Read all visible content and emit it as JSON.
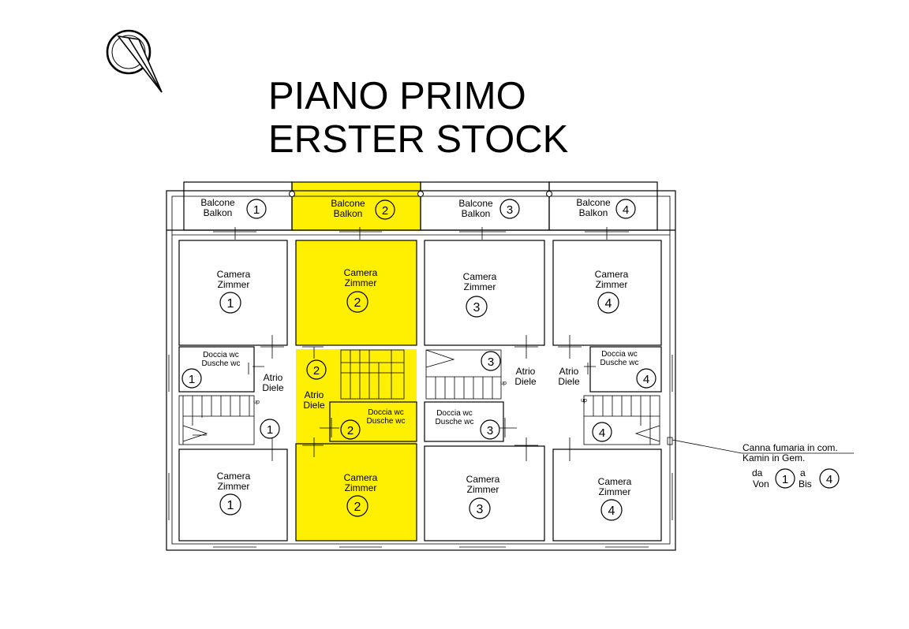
{
  "title": {
    "line1": "PIANO PRIMO",
    "line2": "ERSTER STOCK"
  },
  "colors": {
    "highlight": "#ffef00",
    "line": "#000000",
    "background": "#ffffff"
  },
  "balconies": [
    {
      "l1": "Balcone",
      "l2": "Balkon",
      "num": "1"
    },
    {
      "l1": "Balcone",
      "l2": "Balkon",
      "num": "2"
    },
    {
      "l1": "Balcone",
      "l2": "Balkon",
      "num": "3"
    },
    {
      "l1": "Balcone",
      "l2": "Balkon",
      "num": "4"
    }
  ],
  "rooms_top": [
    {
      "l1": "Camera",
      "l2": "Zimmer",
      "num": "1"
    },
    {
      "l1": "Camera",
      "l2": "Zimmer",
      "num": "2"
    },
    {
      "l1": "Camera",
      "l2": "Zimmer",
      "num": "3"
    },
    {
      "l1": "Camera",
      "l2": "Zimmer",
      "num": "4"
    }
  ],
  "rooms_bottom": [
    {
      "l1": "Camera",
      "l2": "Zimmer",
      "num": "1"
    },
    {
      "l1": "Camera",
      "l2": "Zimmer",
      "num": "2"
    },
    {
      "l1": "Camera",
      "l2": "Zimmer",
      "num": "3"
    },
    {
      "l1": "Camera",
      "l2": "Zimmer",
      "num": "4"
    }
  ],
  "baths": [
    {
      "l1": "Doccia  wc",
      "l2": "Dusche wc",
      "num": "1"
    },
    {
      "l1": "Doccia  wc",
      "l2": "Dusche wc",
      "num": "2"
    },
    {
      "l1": "Doccia  wc",
      "l2": "Dusche wc",
      "num": "3"
    },
    {
      "l1": "Doccia  wc",
      "l2": "Dusche wc",
      "num": "4"
    }
  ],
  "atrio": [
    {
      "l1": "Atrio",
      "l2": "Diele",
      "num": "1"
    },
    {
      "l1": "Atrio",
      "l2": "Diele",
      "num": "2"
    },
    {
      "l1": "Atrio",
      "l2": "Diele",
      "num": "3"
    },
    {
      "l1": "Atrio",
      "l2": "Diele",
      "num": "4"
    }
  ],
  "up_mark": "up",
  "chimney": {
    "l1": "Canna fumaria in com.",
    "l2": "Kamin in Gem.",
    "da": "da",
    "von": "Von",
    "num_from": "1",
    "a": "a",
    "bis": "Bis",
    "num_to": "4"
  },
  "compass_icon": "north-arrow-icon"
}
